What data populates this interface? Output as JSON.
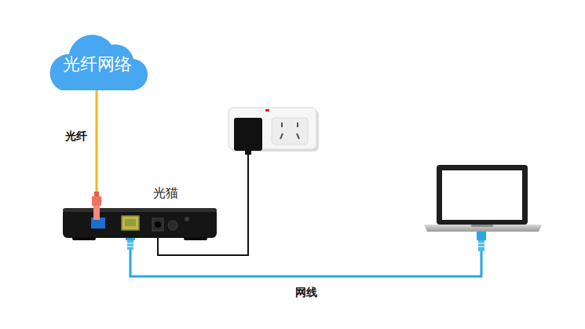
{
  "diagram": {
    "nodes": [
      {
        "text": [
          "光纤网络"
        ]
      },
      {
        "text": [
          "光猫"
        ]
      }
    ],
    "edges": [
      {
        "from": 0,
        "to": 1,
        "label": "光纤",
        "arrow": "none"
      }
    ],
    "labels": [
      "网线"
    ]
  }
}
